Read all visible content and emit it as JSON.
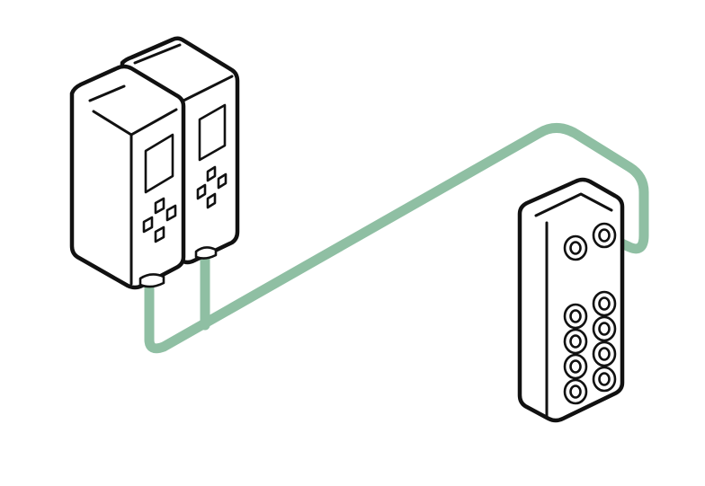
{
  "colors": {
    "cable": "#8fbfa3",
    "outline": "#111111",
    "background": "#ffffff"
  },
  "diagram": {
    "nodes": [
      {
        "id": "controller-unit-front",
        "kind": "controller",
        "display": "screen",
        "buttons": 4
      },
      {
        "id": "controller-unit-back",
        "kind": "controller",
        "display": "screen",
        "buttons": 4
      },
      {
        "id": "junction-box",
        "kind": "splitter",
        "ports": 10
      }
    ],
    "connections": [
      {
        "from": "controller-unit-front",
        "to": "junction-box"
      },
      {
        "from": "controller-unit-back",
        "to": "junction-box"
      }
    ]
  }
}
